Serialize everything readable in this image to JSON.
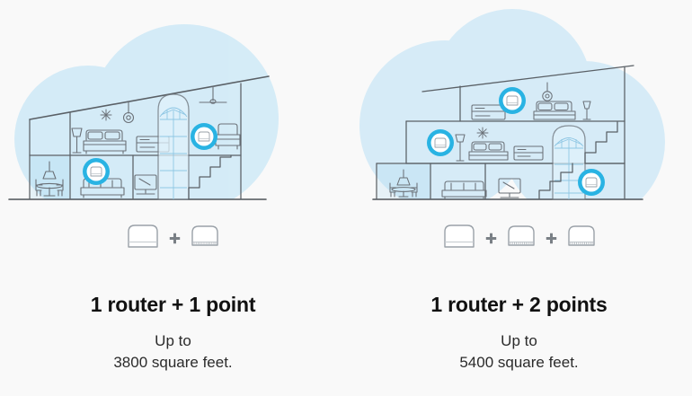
{
  "page": {
    "background_color": "#f9f9f9",
    "accent_color": "#29b3e3",
    "coverage_color": "#cfe9f8",
    "line_color": "#5a6066"
  },
  "panels": [
    {
      "id": "left",
      "illustration": {
        "name": "house-cutaway-2-story",
        "alt": "Two-story house cutaway with one router and one point",
        "coverage_blobs": 2,
        "device_badges": 2,
        "floors": 2
      },
      "devices": [
        {
          "type": "router",
          "label": "router"
        },
        {
          "separator": "+"
        },
        {
          "type": "point",
          "label": "point"
        }
      ],
      "separator": "+",
      "title": "1 router + 1 point",
      "subtitle_line1": "Up to",
      "subtitle_line2": "3800 square feet.",
      "coverage_sqft": 3800,
      "router_count": 1,
      "point_count": 1
    },
    {
      "id": "right",
      "illustration": {
        "name": "house-cutaway-3-story",
        "alt": "Three-story house cutaway with one router and two points",
        "coverage_blobs": 3,
        "device_badges": 3,
        "floors": 3
      },
      "devices": [
        {
          "type": "router",
          "label": "router"
        },
        {
          "separator": "+"
        },
        {
          "type": "point",
          "label": "point"
        },
        {
          "separator": "+"
        },
        {
          "type": "point",
          "label": "point"
        }
      ],
      "separator": "+",
      "title": "1 router + 2 points",
      "subtitle_line1": "Up to",
      "subtitle_line2": "5400 square feet.",
      "coverage_sqft": 5400,
      "router_count": 1,
      "point_count": 2
    }
  ]
}
